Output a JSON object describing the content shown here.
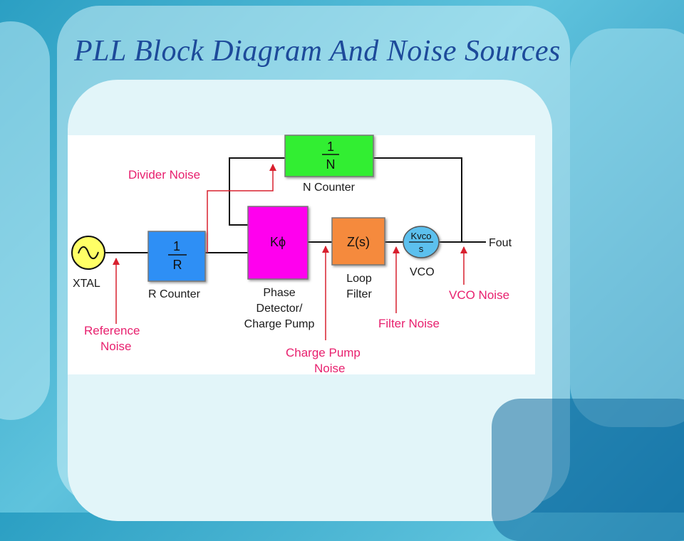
{
  "slide": {
    "title": "PLL Block Diagram And Noise Sources"
  },
  "colors": {
    "title": "#1d4a9a",
    "noise": "#e8206e",
    "xtal": "#ffff66",
    "r_counter": "#2e8ff5",
    "n_counter": "#33ee33",
    "phase_detector": "#ff00ee",
    "loop_filter": "#f58a3d",
    "vco": "#5cc0ee"
  },
  "blocks": {
    "xtal": {
      "label": "XTAL",
      "icon": "sine-wave-icon"
    },
    "r_counter": {
      "num": "1",
      "den": "R",
      "label": "R Counter"
    },
    "n_counter": {
      "num": "1",
      "den": "N",
      "label": "N Counter"
    },
    "phase_detector": {
      "symbol": "Kϕ",
      "label_line1": "Phase",
      "label_line2": "Detector/",
      "label_line3": "Charge Pump"
    },
    "loop_filter": {
      "symbol": "Z(s)",
      "label_line1": "Loop",
      "label_line2": "Filter"
    },
    "vco": {
      "num": "Kvco",
      "den": "s",
      "label": "VCO"
    },
    "output": {
      "label": "Fout"
    }
  },
  "noise_sources": {
    "reference": {
      "line1": "Reference",
      "line2": "Noise"
    },
    "divider": {
      "line1": "Divider Noise"
    },
    "charge_pump": {
      "line1": "Charge Pump",
      "line2": "Noise"
    },
    "filter": {
      "line1": "Filter Noise"
    },
    "vco": {
      "line1": "VCO Noise"
    }
  }
}
